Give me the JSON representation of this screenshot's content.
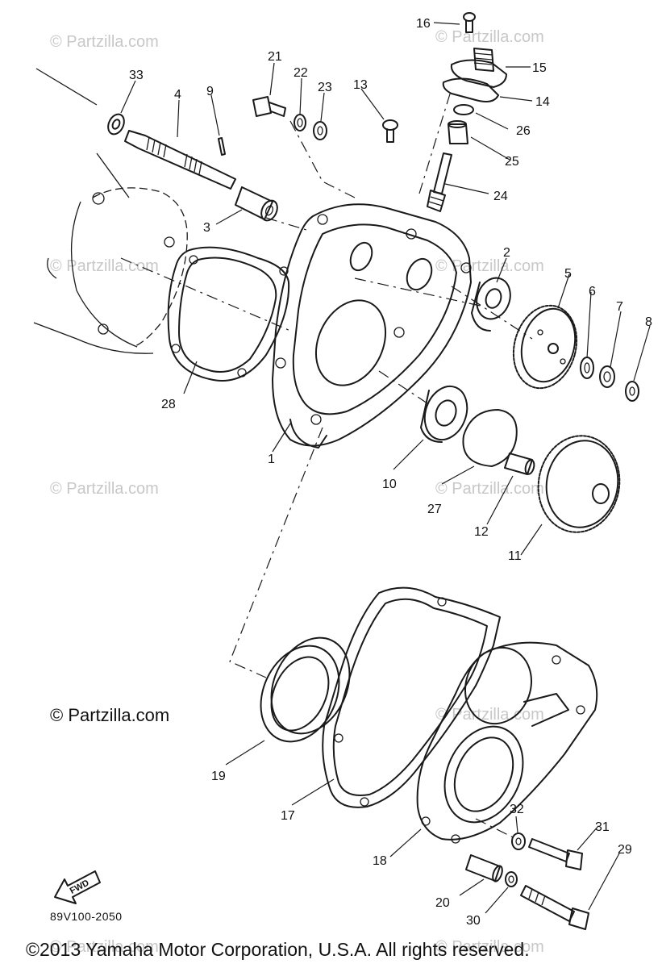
{
  "watermark": "© Partzilla.com",
  "copyright_partzilla": "© Partzilla.com",
  "diagram_code": "89V100-2050",
  "copyright_yamaha": "©2013 Yamaha Motor Corporation, U.S.A. All rights reserved.",
  "fwd_label": "FWD",
  "callouts": [
    "33",
    "4",
    "9",
    "21",
    "22",
    "23",
    "13",
    "16",
    "15",
    "14",
    "26",
    "25",
    "24",
    "3",
    "2",
    "5",
    "6",
    "7",
    "8",
    "28",
    "1",
    "10",
    "27",
    "12",
    "11",
    "19",
    "17",
    "18",
    "32",
    "31",
    "29",
    "20",
    "30"
  ]
}
